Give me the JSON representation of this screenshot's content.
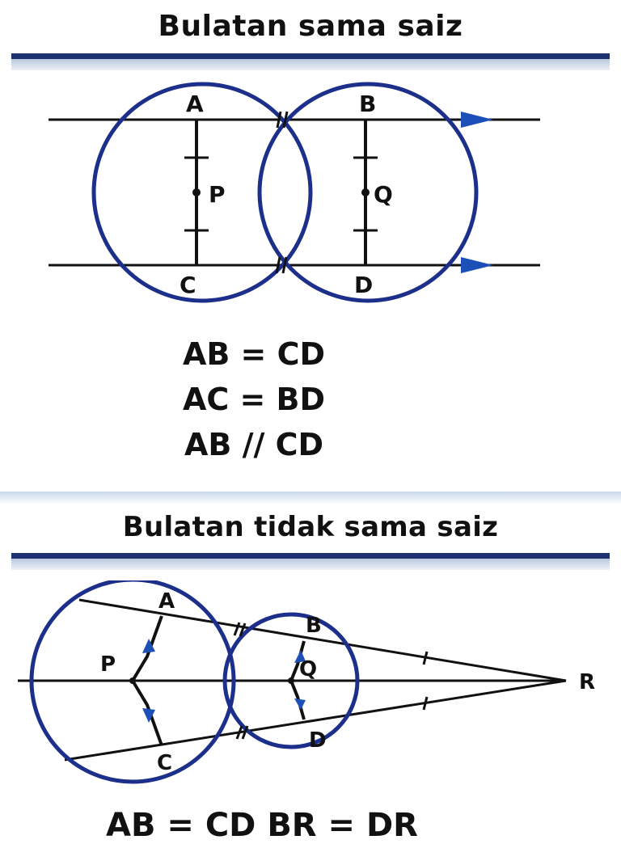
{
  "section1": {
    "title": "Bulatan sama saiz",
    "labels": {
      "a": "A",
      "b": "B",
      "c": "C",
      "d": "D",
      "p": "P",
      "q": "Q"
    },
    "equations": [
      "AB = CD",
      "AC = BD",
      "AB // CD"
    ]
  },
  "section2": {
    "title": "Bulatan tidak sama saiz",
    "labels": {
      "a": "A",
      "b": "B",
      "c": "C",
      "d": "D",
      "p": "P",
      "q": "Q",
      "r": "R"
    },
    "equation_partial": "AB = CD      BR = DR"
  },
  "colors": {
    "circle": "#1c2f8a",
    "line": "#111111",
    "arrow": "#1c4fb8",
    "rule": "#1c3170"
  }
}
